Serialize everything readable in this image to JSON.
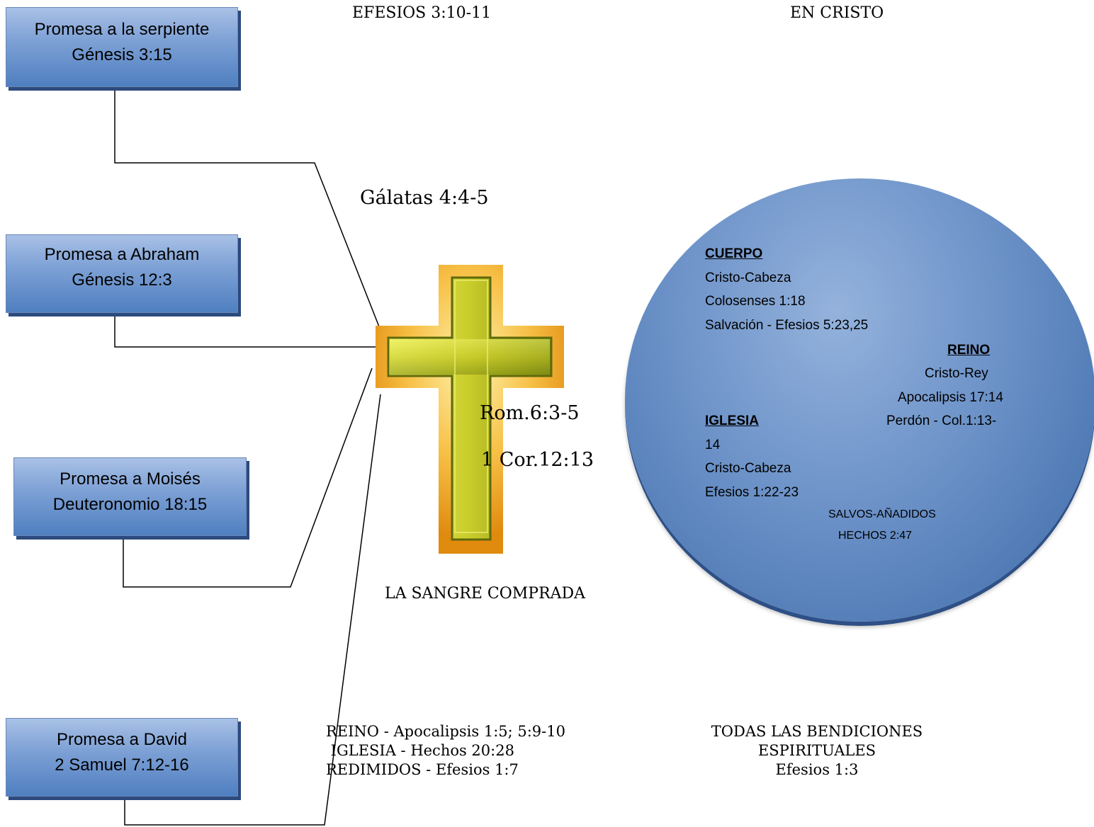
{
  "headings": {
    "efesios": "EFESIOS 3:10-11",
    "en_cristo": "EN CRISTO",
    "galatas": "Gálatas 4:4-5",
    "rom": "Rom.6:3-5",
    "cor": "1 Cor.12:13",
    "sangre": "LA SANGRE COMPRADA"
  },
  "promises": [
    {
      "line1": "Promesa a la serpiente",
      "line2": "Génesis 3:15"
    },
    {
      "line1": "Promesa a Abraham",
      "line2": "Génesis 12:3"
    },
    {
      "line1": "Promesa a Moisés",
      "line2": "Deuteronomio 18:15"
    },
    {
      "line1": "Promesa a David",
      "line2": "2 Samuel 7:12-16"
    }
  ],
  "circle": {
    "cuerpo": {
      "title": "CUERPO",
      "l1": "Cristo-Cabeza",
      "l2": "Colosenses 1:18",
      "l3": "Salvación - Efesios 5:23,25"
    },
    "reino": {
      "title": "REINO",
      "l1": "Cristo-Rey",
      "l2": "Apocalipsis 17:14",
      "l3": "Perdón - Col.1:13-",
      "l4": "14"
    },
    "iglesia": {
      "title": " IGLESIA",
      "l1": " Cristo-Cabeza",
      "l2": "Efesios 1:22-23"
    },
    "salvos": {
      "l1": "SALVOS-AÑADIDOS",
      "l2": "HECHOS 2:47"
    }
  },
  "bottom_left": [
    "REINO - Apocalipsis 1:5; 5:9-10",
    " IGLESIA - Hechos 20:28",
    "REDIMIDOS - Efesios 1:7"
  ],
  "bottom_right": [
    "TODAS LAS BENDICIONES",
    "ESPIRITUALES",
    "Efesios 1:3"
  ],
  "colors": {
    "box_blue": "#4f7fc0",
    "circle_blue": "#6c92c8",
    "cross_gold": "#f2a51c",
    "cross_green": "#c9cc2a"
  }
}
